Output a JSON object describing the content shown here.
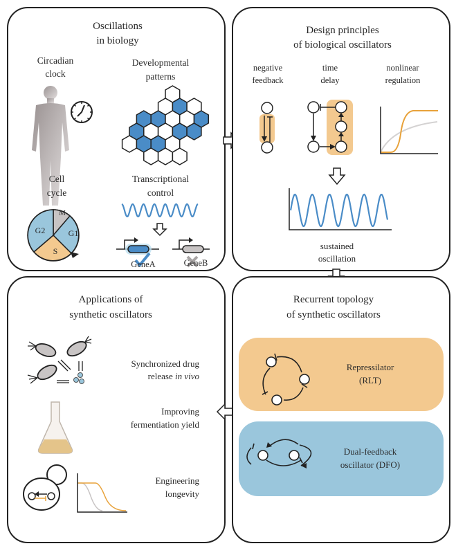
{
  "panels": {
    "oscillations": {
      "title_line1": "Oscillations",
      "title_line2": "in biology",
      "circadian_line1": "Circadian",
      "circadian_line2": "clock",
      "developmental_line1": "Developmental",
      "developmental_line2": "patterns",
      "cell_line1": "Cell",
      "cell_line2": "cycle",
      "cell_cycle_phases": [
        "M",
        "G1",
        "S",
        "G2"
      ],
      "transcriptional_line1": "Transcriptional",
      "transcriptional_line2": "control",
      "gene_a": "GeneA",
      "gene_b": "GeneB"
    },
    "design": {
      "title_line1": "Design principles",
      "title_line2": "of biological oscillators",
      "neg_line1": "negative",
      "neg_line2": "feedback",
      "delay_line1": "time",
      "delay_line2": "delay",
      "nonlin_line1": "nonlinear",
      "nonlin_line2": "regulation",
      "sustained_line1": "sustained",
      "sustained_line2": "oscillation"
    },
    "applications": {
      "title_line1": "Applications of",
      "title_line2": "synthetic oscillators",
      "drug_line1": "Synchronized drug",
      "drug_line2_plain": "release ",
      "drug_line2_italic": "in vivo",
      "ferment_line1": "Improving",
      "ferment_line2": "fermentiation yield",
      "longevity_line1": "Engineering",
      "longevity_line2": "longevity"
    },
    "topology": {
      "title_line1": "Recurrent topology",
      "title_line2": "of synthetic oscillators",
      "rlt_line1": "Repressilator",
      "rlt_line2": "(RLT)",
      "dfo_line1": "Dual-feedback",
      "dfo_line2": "oscillator (DFO)"
    }
  },
  "colors": {
    "blue": "#4a8cc7",
    "light_blue": "#9ac6dc",
    "orange": "#f3c98f",
    "orange_line": "#e8a23a",
    "gray": "#c8c4c4",
    "stroke": "#222222"
  }
}
